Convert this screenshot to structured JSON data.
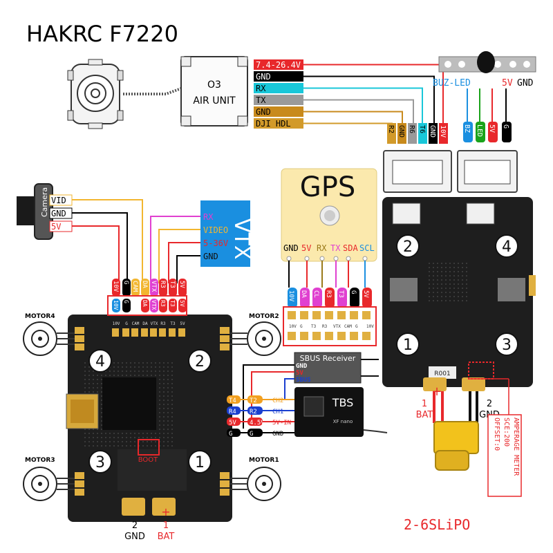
{
  "title": "HAKRC F7220",
  "air_unit": {
    "line1": "O3",
    "line2": "AIR UNIT",
    "pins": [
      {
        "label": "7.4-26.4V",
        "color": "#e8282b"
      },
      {
        "label": "GND",
        "color": "#000000"
      },
      {
        "label": "RX",
        "color": "#19c7d9"
      },
      {
        "label": "TX",
        "color": "#9a9a9a"
      },
      {
        "label": "GND",
        "color": "#c88a1c"
      },
      {
        "label": "DJI HDL",
        "color": "#d29a2a"
      }
    ]
  },
  "top_connector_labels": [
    "R2",
    "GND",
    "R6",
    "T6",
    "GND",
    "10V"
  ],
  "buzzer": {
    "label_buz_led": "BUZ-LED",
    "label_5v": "5V",
    "label_gnd": "GND",
    "pins": [
      {
        "label": "BZ",
        "color": "#1a8fe0"
      },
      {
        "label": "LED",
        "color": "#1aa31a"
      },
      {
        "label": "5V",
        "color": "#e8282b"
      },
      {
        "label": "G",
        "color": "#000000"
      }
    ]
  },
  "camera": {
    "name": "Camera",
    "pins": [
      {
        "label": "VID",
        "color": "#f2b630"
      },
      {
        "label": "GND",
        "color": "#000000"
      },
      {
        "label": "5V",
        "color": "#e8282b"
      }
    ]
  },
  "vtx": {
    "name": "VTX",
    "pins": [
      {
        "label": "RX",
        "color": "#e040d0"
      },
      {
        "label": "VIDEO",
        "color": "#f2b630"
      },
      {
        "label": "5-36V",
        "color": "#e8282b"
      },
      {
        "label": "GND",
        "color": "#000000"
      }
    ]
  },
  "gps": {
    "name": "GPS",
    "pins": [
      {
        "label": "GND",
        "color": "#000000"
      },
      {
        "label": "5V",
        "color": "#e8282b"
      },
      {
        "label": "RX",
        "color": "#9a7a1a"
      },
      {
        "label": "TX",
        "color": "#e040d0"
      },
      {
        "label": "SDA",
        "color": "#e8282b"
      },
      {
        "label": "SCL",
        "color": "#1a8fe0"
      }
    ]
  },
  "fc_top_pads_upper": [
    "10V",
    "G",
    "CAM",
    "DA",
    "VTX",
    "R3",
    "T3",
    "5V"
  ],
  "fc_top_pads_lower": [
    "10V",
    "G",
    "DA",
    "VTX",
    "R3",
    "T3",
    "5V"
  ],
  "gps_side_pads_upper": [
    "10V",
    "DA",
    "CL",
    "R3",
    "T3",
    "G",
    "5V"
  ],
  "motors": [
    "MOTOR4",
    "MOTOR2",
    "MOTOR3",
    "MOTOR1"
  ],
  "motor_numbers": [
    "4",
    "2",
    "3",
    "1"
  ],
  "esc_numbers": [
    "2",
    "4",
    "1",
    "3"
  ],
  "sbus": {
    "name": "SBUS Receiver",
    "pins": [
      {
        "label": "GND",
        "color": "#000000"
      },
      {
        "label": "5V",
        "color": "#e8282b"
      },
      {
        "label": "SBUS",
        "color": "#1a3fd0"
      }
    ]
  },
  "tbs": {
    "name": "TBS",
    "sub": "XF nano",
    "rows": [
      {
        "fc": "T4",
        "rx": "T2",
        "name": "CH2",
        "color": "#f2a020"
      },
      {
        "fc": "R4",
        "rx": "R2",
        "name": "CH1",
        "color": "#1a3fd0"
      },
      {
        "fc": "5V",
        "rx": "4.5V",
        "name": "5V-IN",
        "color": "#e8282b"
      },
      {
        "fc": "G",
        "rx": "G",
        "name": "GND",
        "color": "#000000"
      }
    ]
  },
  "boot_label": "BOOT",
  "fc_power": {
    "gnd_num": "2",
    "gnd": "GND",
    "bat_num": "1",
    "bat": "BAT",
    "plus": "+"
  },
  "esc_power": {
    "bat_num": "1",
    "bat": "BAT",
    "gnd_num": "2",
    "gnd": "GND",
    "plus": "+"
  },
  "resistor_label": "R001",
  "amperage": {
    "line1": "AMPERAGE METER",
    "line2": "SCE:200",
    "line3": "OFFSET:0"
  },
  "lipo": "2-6SLiPO",
  "colors": {
    "red": "#e8282b",
    "board": "#1e1e1e",
    "gold": "#e0b040",
    "vtx_blue": "#1a8fe0"
  }
}
